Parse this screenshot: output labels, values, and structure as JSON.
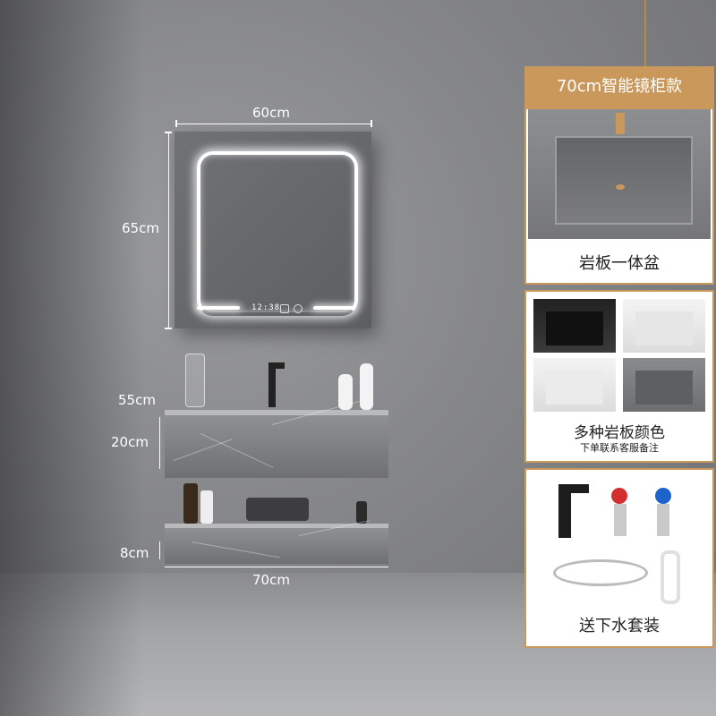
{
  "dimensions": {
    "cabinet_width": "60cm",
    "cabinet_height": "65cm",
    "basin_depth": "55cm",
    "basin_height": "20cm",
    "shelf_height": "8cm",
    "vanity_width": "70cm"
  },
  "cabinet": {
    "clock_display": "12:38"
  },
  "panel": {
    "header": "70cm智能镜柜款",
    "section1_caption": "岩板一体盆",
    "section2_caption": "多种岩板颜色",
    "section2_subcaption": "下单联系客服备注",
    "section3_caption": "送下水套装"
  },
  "colors": {
    "accent": "#c9985a",
    "led": "#ffffff",
    "stone": "#7f8083"
  }
}
